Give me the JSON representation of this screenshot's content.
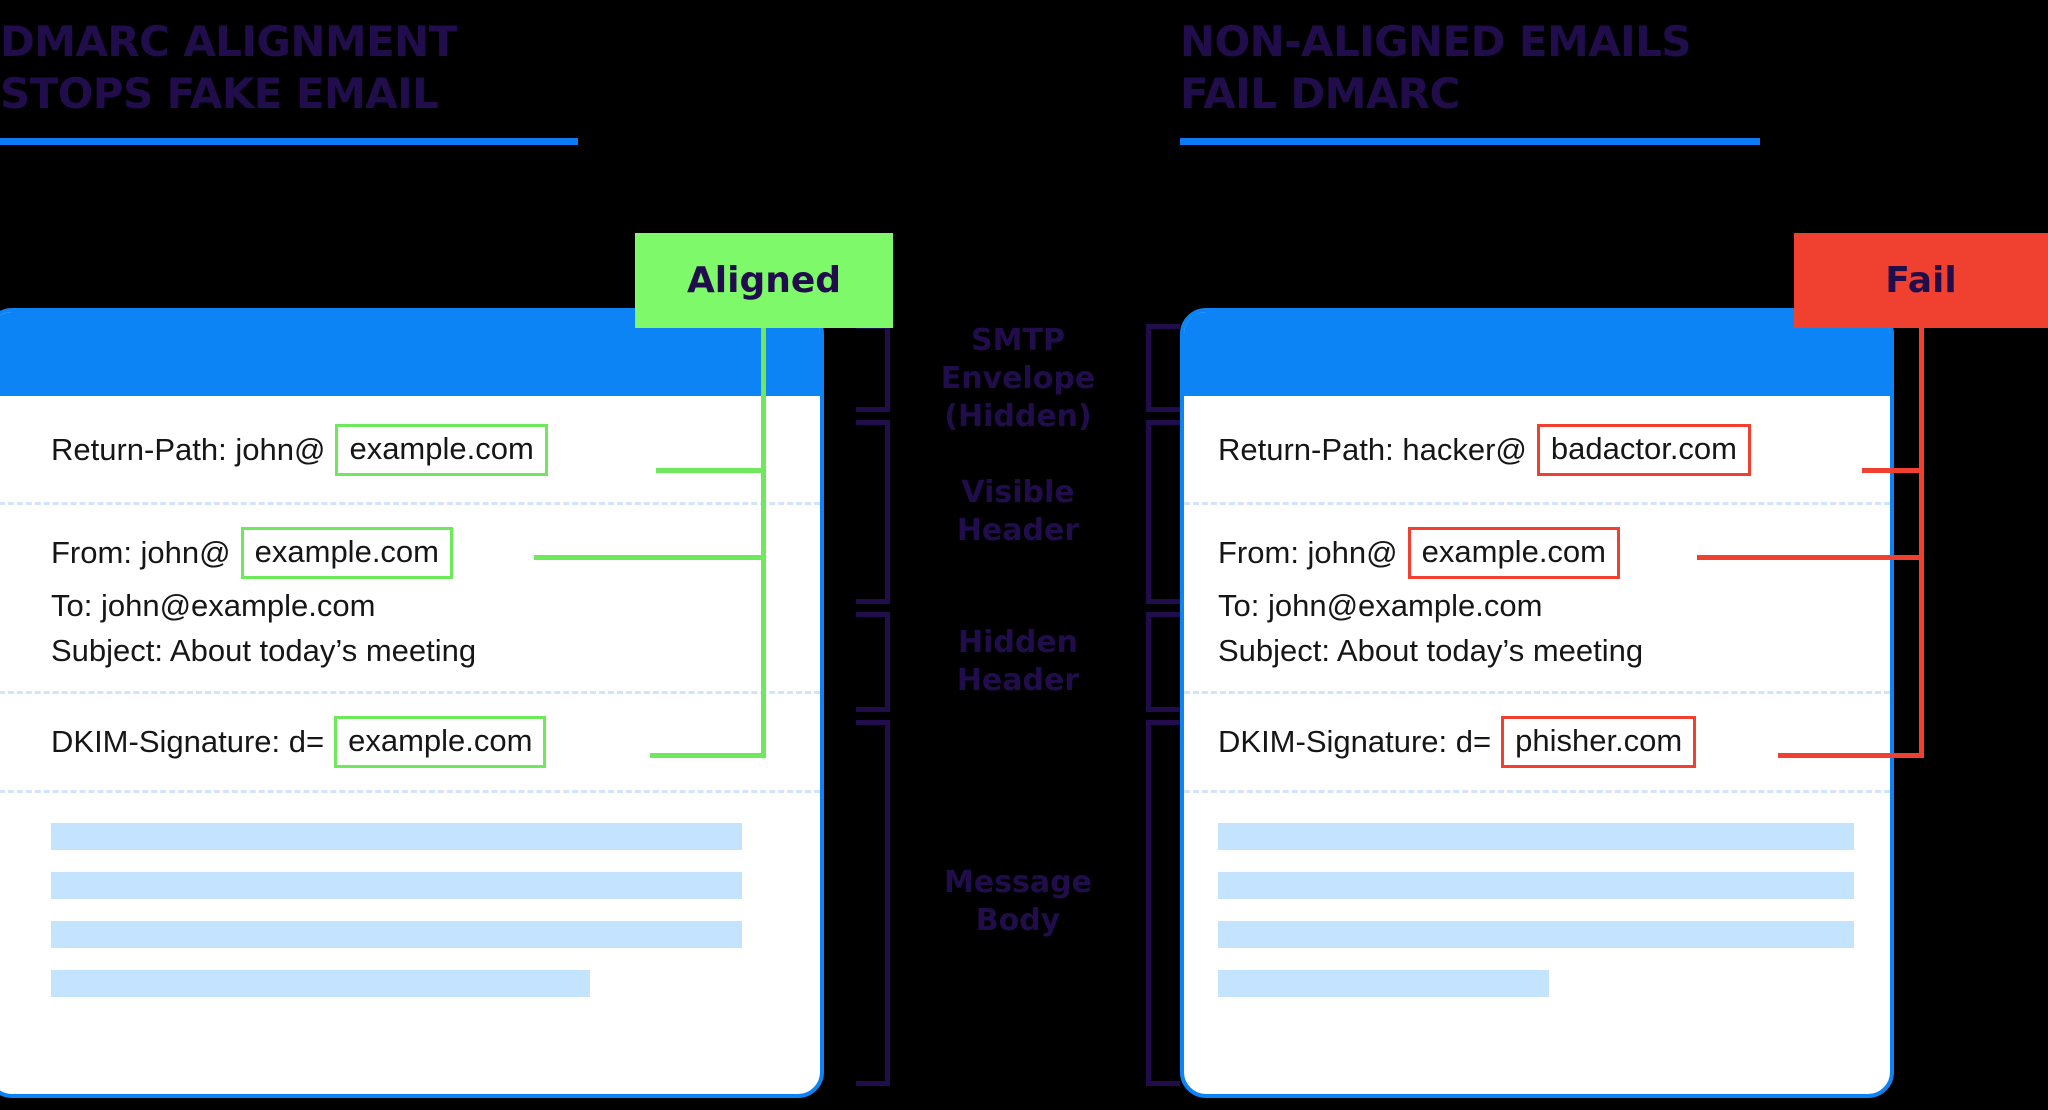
{
  "colors": {
    "background": "#000000",
    "heading_text": "#210D4C",
    "heading_rule": "#0C7BF3",
    "card_border": "#0C84F5",
    "card_topbar": "#0C84F5",
    "card_surface": "#FFFFFF",
    "pass_green": "#6FE95C",
    "badge_green": "#7DF96A",
    "fail_red": "#F0402F",
    "body_bar": "#C3E3FE",
    "separator": "#D3E4FA",
    "mail_text": "#161616"
  },
  "panels": {
    "left": {
      "heading": {
        "line1": "DMARC ALIGNMENT",
        "line2": "STOPS FAKE EMAIL"
      },
      "badge": {
        "label": "Aligned",
        "state": "pass"
      },
      "email": {
        "return_path": {
          "label": "Return-Path: john@",
          "domain": "example.com",
          "highlight": "pass"
        },
        "from": {
          "label": "From: john@",
          "domain": "example.com",
          "highlight": "pass"
        },
        "to": {
          "text": "To: john@example.com"
        },
        "subject": {
          "text": "Subject: About today’s meeting"
        },
        "dkim": {
          "label": "DKIM-Signature: d=",
          "domain": "example.com",
          "highlight": "pass"
        },
        "body_bars": [
          100,
          100,
          100,
          78
        ]
      }
    },
    "right": {
      "heading": {
        "line1": "NON-ALIGNED EMAILS",
        "line2": "FAIL DMARC"
      },
      "badge": {
        "label": "Fail",
        "state": "fail"
      },
      "email": {
        "return_path": {
          "label": "Return-Path: hacker@",
          "domain": "badactor.com",
          "highlight": "fail"
        },
        "from": {
          "label": "From: john@",
          "domain": "example.com",
          "highlight": "fail"
        },
        "to": {
          "text": "To: john@example.com"
        },
        "subject": {
          "text": "Subject: About today’s meeting"
        },
        "dkim": {
          "label": "DKIM-Signature: d=",
          "domain": "phisher.com",
          "highlight": "fail"
        },
        "body_bars": [
          100,
          100,
          100,
          52
        ]
      }
    }
  },
  "center_labels": [
    {
      "id": "smtp-envelope",
      "lines": [
        "SMTP",
        "Envelope",
        "(Hidden)"
      ]
    },
    {
      "id": "visible-header",
      "lines": [
        "Visible",
        "Header"
      ]
    },
    {
      "id": "hidden-header",
      "lines": [
        "Hidden",
        "Header"
      ]
    },
    {
      "id": "message-body",
      "lines": [
        "Message",
        "Body"
      ]
    }
  ]
}
